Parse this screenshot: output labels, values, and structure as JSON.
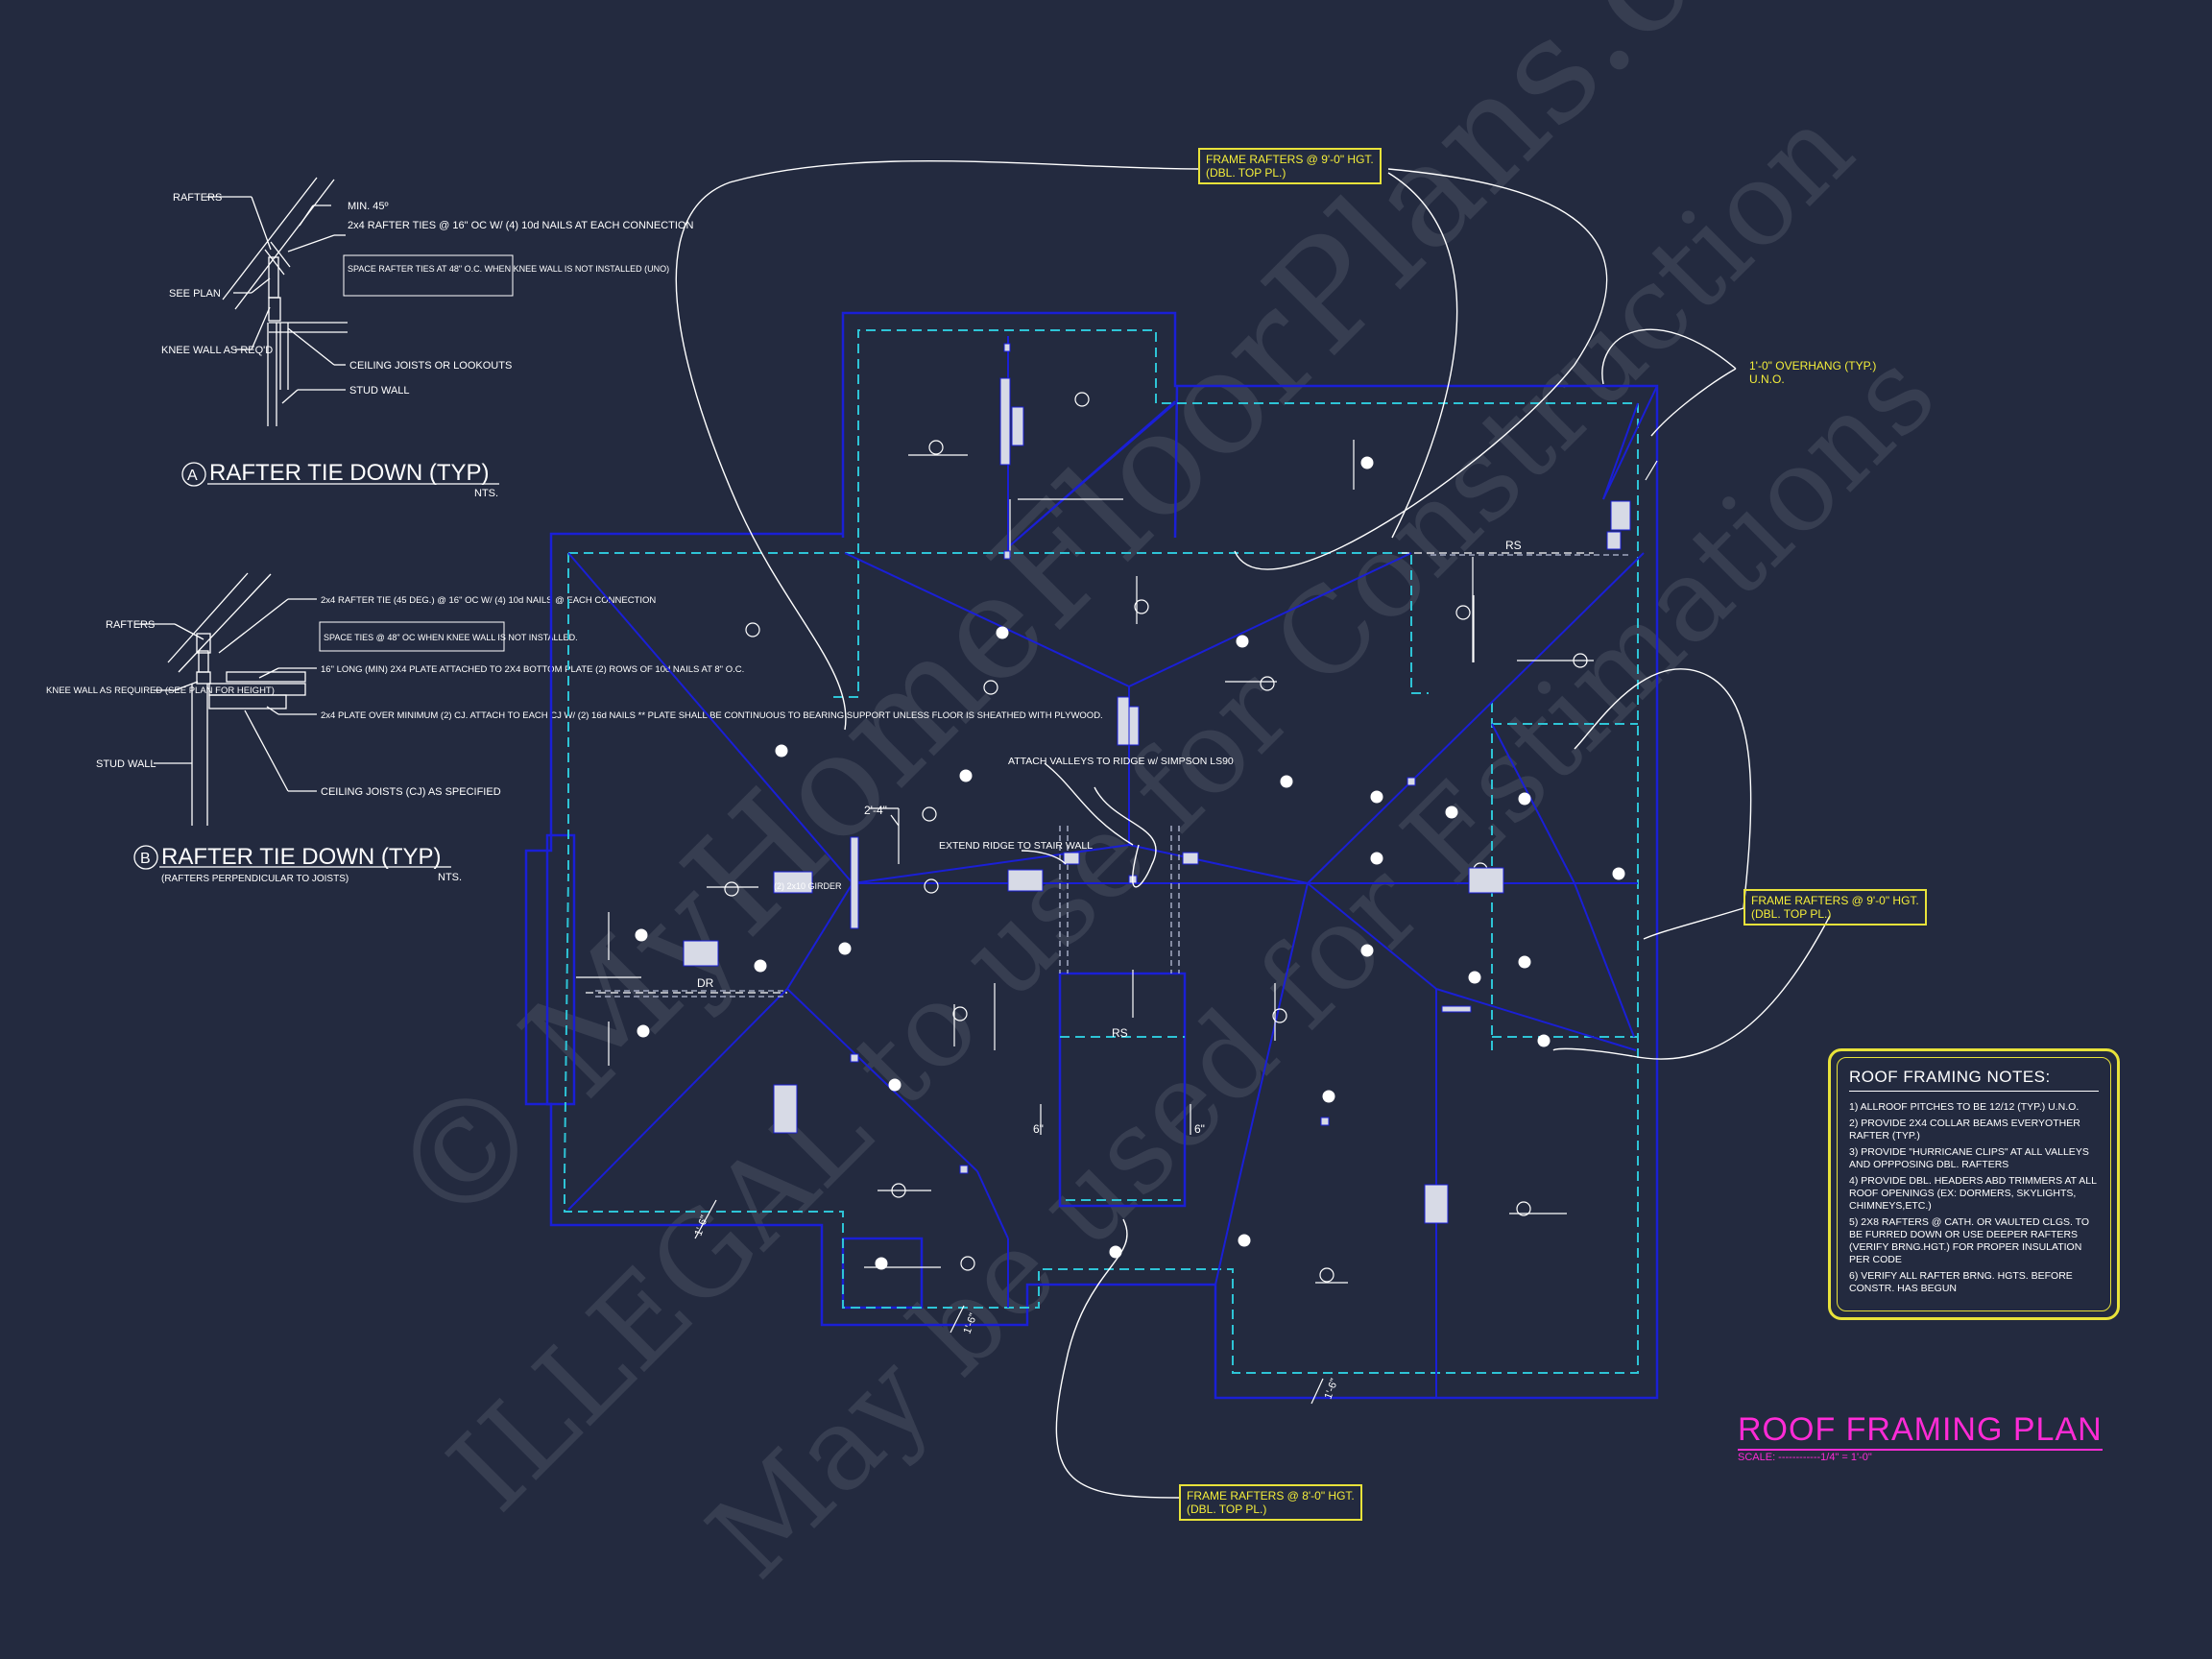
{
  "title": "ROOF FRAMING PLAN",
  "scale": "SCALE: ------------1/4\" = 1'-0\"",
  "detail_a": {
    "title": "RAFTER TIE DOWN (TYP)",
    "letter": "A",
    "nts": "NTS.",
    "labels": {
      "rafters": "RAFTERS",
      "min45": "MIN. 45º",
      "ties": "2x4 RAFTER TIES @ 16\" OC W/ (4) 10d NAILS AT EACH CONNECTION",
      "space": "SPACE RAFTER TIES AT 48\" O.C. WHEN KNEE WALL IS NOT INSTALLED (UNO)",
      "see_plan": "SEE PLAN",
      "knee": "KNEE WALL AS REQ'D",
      "joists": "CEILING JOISTS OR LOOKOUTS",
      "stud": "STUD WALL"
    }
  },
  "detail_b": {
    "title": "RAFTER TIE DOWN (TYP)",
    "letter": "B",
    "subtitle": "(RAFTERS PERPENDICULAR TO JOISTS)",
    "nts": "NTS.",
    "labels": {
      "rafters": "RAFTERS",
      "tie": "2x4 RAFTER TIE (45 DEG.) @ 16\" OC W/ (4) 10d NAILS @ EACH CONNECTION",
      "space": "SPACE TIES @ 48\" OC WHEN KNEE WALL IS NOT INSTALLED.",
      "plate16": "16\" LONG (MIN) 2X4 PLATE ATTACHED TO 2X4 BOTTOM PLATE (2) ROWS OF 10d NAILS AT 8\" O.C.",
      "plate_over": "2x4 PLATE OVER MINIMUM (2) CJ. ATTACH TO EACH CJ W/ (2) 16d NAILS ** PLATE SHALL BE CONTINUOUS TO BEARING SUPPORT UNLESS FLOOR IS SHEATHED WITH PLYWOOD.",
      "knee": "KNEE WALL AS REQUIRED (SEE PLAN FOR HEIGHT)",
      "stud": "STUD WALL",
      "cj": "CEILING JOISTS (CJ) AS SPECIFIED"
    }
  },
  "callouts": {
    "top": "FRAME RAFTERS @ 9'-0\" HGT.\n(DBL. TOP PL.)",
    "right": "FRAME RAFTERS @ 9'-0\" HGT.\n(DBL. TOP PL.)",
    "bottom": "FRAME RAFTERS @ 8'-0\" HGT.\n(DBL. TOP PL.)",
    "overhang": "1'-0\" OVERHANG (TYP.)\nU.N.O."
  },
  "plan_labels": {
    "attach": "ATTACH VALLEYS TO RIDGE w/ SIMPSON LS90",
    "extend": "EXTEND RIDGE TO STAIR WALL",
    "rs": "RS",
    "dr": "DR",
    "dim_2_4": "2'-4\"",
    "dim_6": "6\"",
    "dim_1_6": "1'-6\"",
    "girder": "(2) 2x10 GIRDER"
  },
  "notes": {
    "title": "ROOF FRAMING NOTES:",
    "items": [
      "1) ALLROOF PITCHES TO BE 12/12 (TYP.) U.N.O.",
      "2) PROVIDE 2x4 COLLAR BEAMS EVERYOTHER RAFTER (TYP.)",
      "3) PROVIDE \"HURRICANE CLIPS\" AT ALL VALLEYS AND OPPPOSING DBL. RAFTERS",
      "4) PROVIDE DBL. HEADERS ABD TRIMMERS AT ALL ROOF OPENINGS (EX: DORMERS, SKYLIGHTS, CHIMNEYS,ETC.)",
      "5) 2x8 RAFTERS @ CATH. OR VAULTED CLGS. TO BE FURRED DOWN OR USE DEEPER RAFTERS (VERIFY BRNG.HGT.) FOR PROPER INSULATION PER CODE",
      "6) VERIFY ALL RAFTER BRNG. HGTS. BEFORE CONSTR. HAS BEGUN"
    ]
  },
  "watermark": {
    "line1": "© MyHomeFloorPlans.com",
    "line2": "ILLEGAL to use for Construction",
    "line3": "May be used for Estimations"
  },
  "colors": {
    "background": "#232a3f",
    "wall": "#1a1fd6",
    "overhang": "#2ec4d6",
    "callout": "#e8e23a",
    "title": "#ff2bd6"
  }
}
